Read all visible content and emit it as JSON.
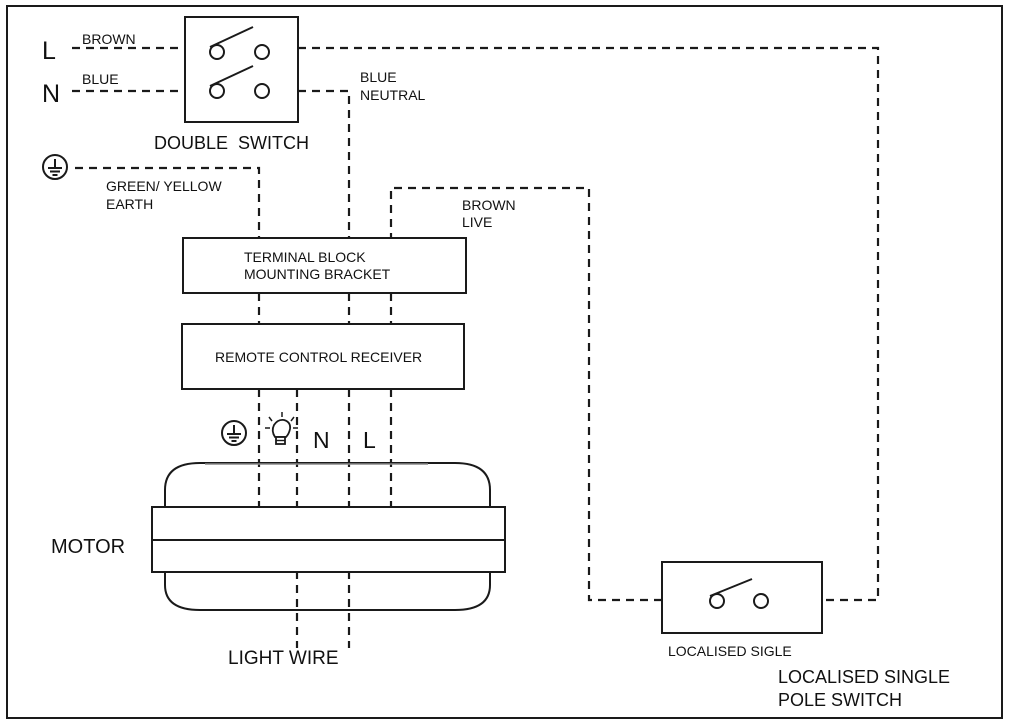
{
  "labels": {
    "line_L": "L",
    "line_N": "N",
    "brown": "BROWN",
    "blue": "BLUE",
    "blue_neutral_1": "BLUE",
    "blue_neutral_2": "NEUTRAL",
    "double_switch": "DOUBLE  SWITCH",
    "green_yellow": "GREEN/ YELLOW",
    "earth": "EARTH",
    "brown_live_1": "BROWN",
    "brown_live_2": "LIVE",
    "terminal_block_1": "TERMINAL BLOCK",
    "terminal_block_2": "MOUNTING BRACKET",
    "remote_receiver": "REMOTE CONTROL RECEIVER",
    "motor_N": "N",
    "motor_L": "L",
    "motor": "MOTOR",
    "light_wire": "LIGHT WIRE",
    "localised_sigle": "LOCALISED SIGLE",
    "localised_pole_1": "LOCALISED SINGLE",
    "localised_pole_2": "POLE SWITCH"
  },
  "icons": {
    "ground": "earth-ground-icon",
    "light": "light-bulb-icon"
  },
  "colors": {
    "ink": "#1a1a1a",
    "background": "#ffffff"
  }
}
